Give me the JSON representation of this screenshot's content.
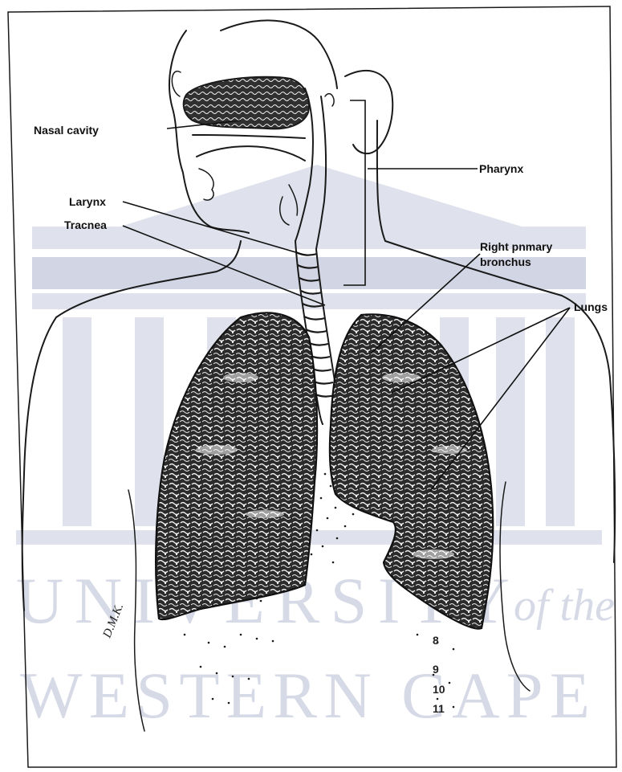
{
  "labels": {
    "nasal_cavity": "Nasal cavity",
    "pharynx": "Pharynx",
    "larynx": "Larynx",
    "trachea": "Tracnea",
    "right_primary_bronchus_1": "Right pnmary",
    "right_primary_bronchus_2": "bronchus",
    "lungs": "Lungs"
  },
  "rib_numbers": [
    "8",
    "9",
    "10",
    "11"
  ],
  "signature": "D.M.K.",
  "watermark": {
    "line1": "UNIVERSITY",
    "line1_suffix": "of the",
    "line2": "WESTERN CAPE"
  },
  "colors": {
    "ink": "#1a1a1a",
    "lung_fill": "#2b2b2b",
    "watermark": "#d6d9e6",
    "background": "#ffffff"
  }
}
